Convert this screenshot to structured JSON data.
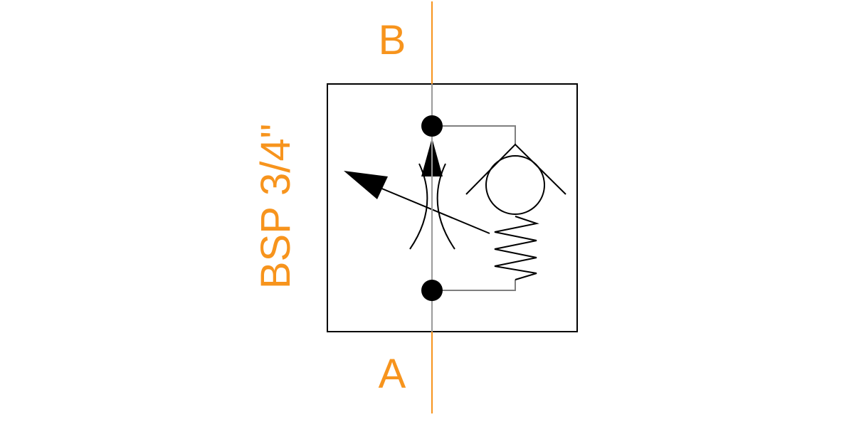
{
  "ports": {
    "top": "B",
    "bottom": "A"
  },
  "connection_size": "BSP 3/4\"",
  "colors": {
    "port_line": "#f7941d",
    "label": "#f7941d",
    "symbol": "#000000",
    "pipe": "#7f7f7f"
  },
  "icons": [
    "check-valve-icon",
    "spring-icon",
    "adjustable-throttle-icon",
    "adjustment-arrow-icon"
  ]
}
